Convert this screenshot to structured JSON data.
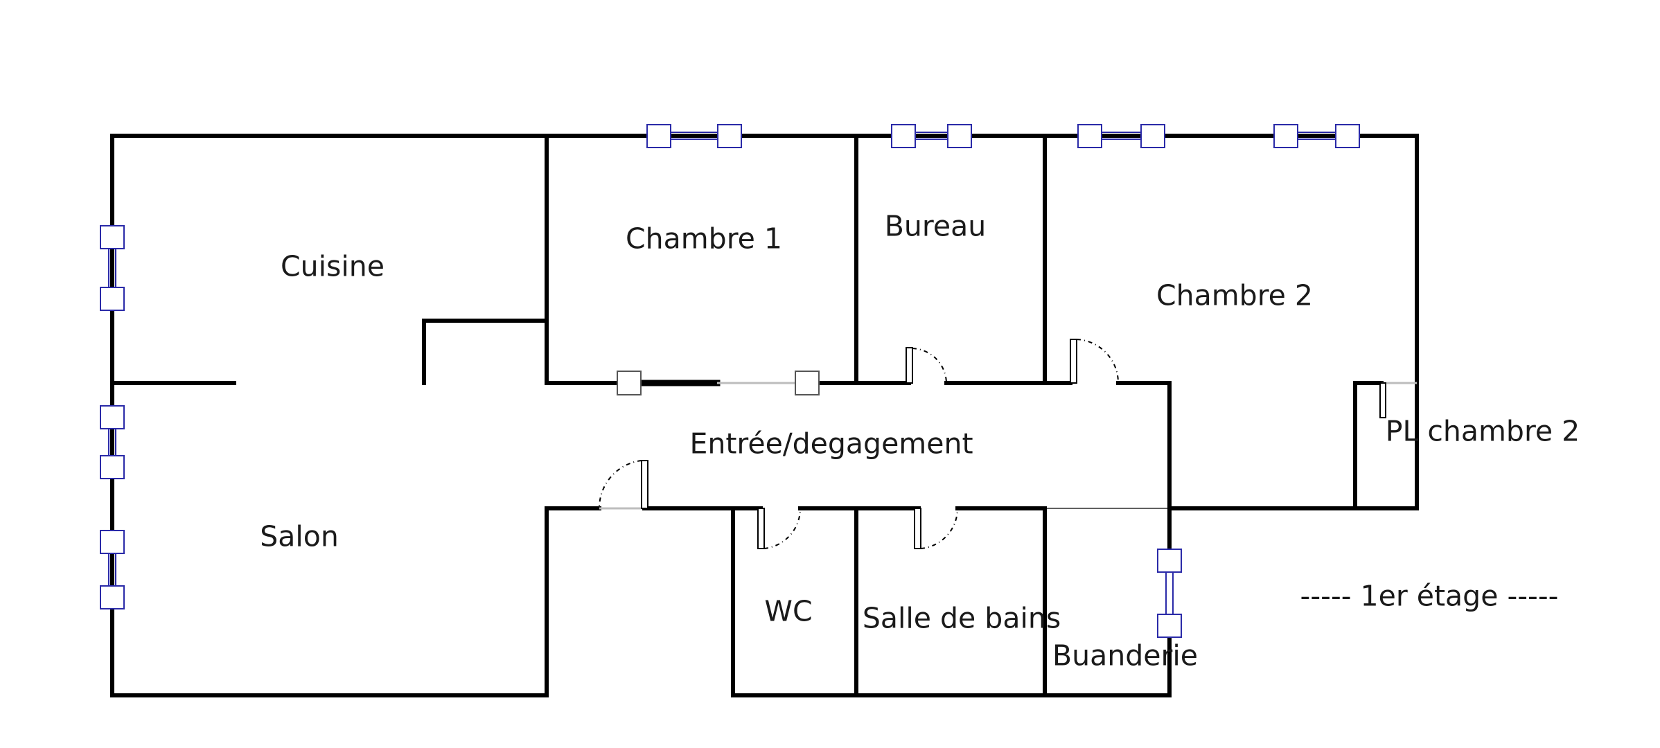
{
  "rooms": {
    "cuisine": "Cuisine",
    "chambre1": "Chambre 1",
    "bureau": "Bureau",
    "chambre2": "Chambre 2",
    "entree": "Entrée/degagement",
    "pl_chambre2": "PL chambre 2",
    "salon": "Salon",
    "wc": "WC",
    "salle_de_bains": "Salle de bains",
    "buanderie": "Buanderie"
  },
  "floor": {
    "label": "-----   1er étage   -----"
  },
  "colors": {
    "wall": "#000000",
    "window": "#2a2aa8",
    "glass": "#bdbdbd"
  }
}
